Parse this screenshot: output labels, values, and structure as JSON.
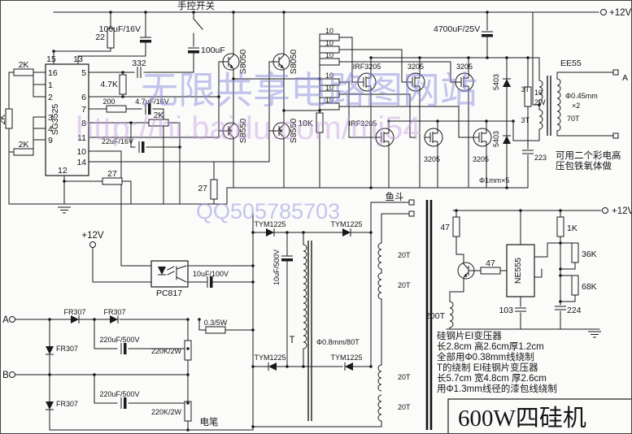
{
  "title": "600W四硅机",
  "watermark": {
    "line1": "无限共享电路图网站",
    "line2": "http://hi.baidu.com/mj54",
    "line3": "QQ505785703"
  },
  "power": {
    "v12": "+12V"
  },
  "terminals": {
    "manual_switch": "手控开关",
    "a": "A",
    "b": "B",
    "out_a": "A",
    "probe": "电笔",
    "fish_bucket": "鱼斗"
  },
  "ics": {
    "pwm": "SG3525",
    "opto": "PC817",
    "timer": "NE555"
  },
  "pins": {
    "p1": "1",
    "p2": "2",
    "p3": "3",
    "p4": "4",
    "p5": "5",
    "p6": "6",
    "p7": "7",
    "p8": "8",
    "p9": "9",
    "p10": "10",
    "p11": "11",
    "p12": "12",
    "p13": "13",
    "p14": "14",
    "p15": "15",
    "p16": "16"
  },
  "transistors": {
    "npn": "S8050",
    "pnp": "S8550",
    "mos_irf": "IRF3205",
    "mos": "3205",
    "scr": "TYM1225"
  },
  "diodes": {
    "d5403": "5403",
    "fr307": "FR307"
  },
  "resistors": {
    "r22": "22",
    "r2k": "2K",
    "r4k7": "4.7K",
    "r200": "200",
    "r27": "27",
    "r10": "10",
    "r10k": "10K",
    "r10w_a": "10",
    "r10w_b": "2W",
    "r220k": "220K/2W",
    "r03": "0.3/5W",
    "r47": "47",
    "r1k": "1K",
    "r36k": "36K",
    "r68k": "68K"
  },
  "capacitors": {
    "c100u": "100uF",
    "c100u16": "100uF/16V",
    "c332": "332",
    "c4u7": "4.7uF/16V",
    "c22u": "22uF/16V",
    "c4700": "4700uF/25V",
    "c223": "223",
    "c10u100": "10uF/100V",
    "c220u": "220uF/500V",
    "c10u500": "10uF/500V",
    "c103": "103",
    "c224": "224"
  },
  "transformers": {
    "ee55": "EE55",
    "t3": "3T",
    "t70": "70T",
    "wire1": "Φ0.45mm",
    "wire1x": "×2",
    "t": "T",
    "t_pri": "Φ0.8mm/80T",
    "t20": "20T",
    "t200": "200T",
    "gnd_wire": "Φ1mm×5"
  },
  "notes": {
    "ferrite1": "可用二个彩电高",
    "ferrite2": "压包铁氧体做",
    "l1": "硅钢片EI变压器",
    "l2": "长2.8cm 高2.6cm厚1.2cm",
    "l3": "全部用Φ0.38mm线绕制",
    "l4": "T的绕制 EI硅钢片变压器",
    "l5": "长5.7cm 宽4.8cm 厚2.6cm",
    "l6": "用Φ1.3mm线径的漆包线绕制"
  }
}
